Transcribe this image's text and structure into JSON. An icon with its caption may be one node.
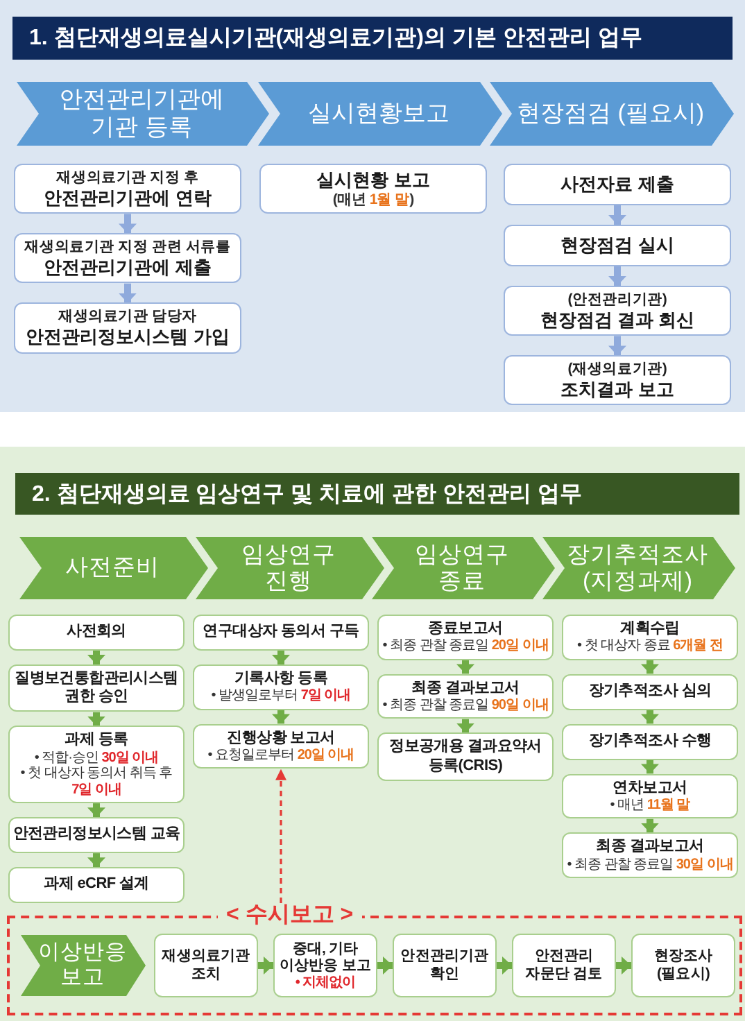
{
  "diagram": {
    "nodes": [
      {
        "text": [
          "1. 첨단재생의료실시기관(재생의료기관)의 기본 안전관리 업무"
        ]
      },
      {
        "text": [
          "안전관리기관에 기관 등록"
        ]
      },
      {
        "text": [
          "실시현황보고"
        ]
      },
      {
        "text": [
          "현장점검 (필요시)"
        ]
      },
      {
        "text": [
          "재생의료기관 지정 후",
          "안전관리기관에 연락"
        ]
      },
      {
        "text": [
          "재생의료기관 지정 관련 서류를",
          "안전관리기관에 제출"
        ]
      },
      {
        "text": [
          "재생의료기관 담당자",
          "안전관리정보시스템 가입"
        ]
      },
      {
        "text": [
          "실시현황 보고",
          "(매년 **1월 말**)"
        ]
      },
      {
        "text": [
          "사전자료 제출"
        ]
      },
      {
        "text": [
          "현장점검 실시"
        ]
      },
      {
        "text": [
          "(안전관리기관)",
          "현장점검 결과 회신"
        ]
      },
      {
        "text": [
          "(재생의료기관)",
          "조치결과 보고"
        ]
      },
      {
        "text": [
          "2. 첨단재생의료 임상연구 및 치료에 관한 안전관리 업무"
        ]
      },
      {
        "text": [
          "사전준비"
        ]
      },
      {
        "text": [
          "임상연구 진행"
        ]
      },
      {
        "text": [
          "임상연구 종료"
        ]
      },
      {
        "text": [
          "장기추적조사 (지정과제)"
        ]
      },
      {
        "text": [
          "사전회의"
        ]
      },
      {
        "text": [
          "질병보건통합관리시스템 권한 승인"
        ]
      },
      {
        "text": [
          "과제 등록",
          "• 적합·승인 **30일 이내**",
          "• 첫 대상자 동의서 취득 후 **7일 이내**"
        ]
      },
      {
        "text": [
          "안전관리정보시스템 교육"
        ]
      },
      {
        "text": [
          "과제 eCRF 설계"
        ]
      },
      {
        "text": [
          "연구대상자 동의서 구득"
        ]
      },
      {
        "text": [
          "기록사항 등록",
          "• 발생일로부터 **7일 이내**"
        ]
      },
      {
        "text": [
          "진행상황 보고서",
          "• 요청일로부터 **20일 이내**"
        ]
      },
      {
        "text": [
          "종료보고서",
          "• 최종 관찰 종료일 **20일 이내**"
        ]
      },
      {
        "text": [
          "최종 결과보고서",
          "• 최종 관찰 종료일 **90일 이내**"
        ]
      },
      {
        "text": [
          "정보공개용 결과요약서 등록(CRIS)"
        ]
      },
      {
        "text": [
          "계획수립",
          "• 첫 대상자 종료 **6개월 전**"
        ]
      },
      {
        "text": [
          "장기추적조사 심의"
        ]
      },
      {
        "text": [
          "장기추적조사 수행"
        ]
      },
      {
        "text": [
          "연차보고서",
          "• 매년 **11월 말**"
        ]
      },
      {
        "text": [
          "최종 결과보고서",
          "• 최종 관찰 종료일 **30일 이내**"
        ]
      },
      {
        "text": [
          "< 수시보고 >"
        ]
      },
      {
        "text": [
          "이상반응 보고"
        ],
        "in": 33
      },
      {
        "text": [
          "재생의료기관 조치"
        ],
        "in": 33
      },
      {
        "text": [
          "중대, 기타 이상반응 보고",
          "• 지체없이"
        ],
        "in": 33
      },
      {
        "text": [
          "안전관리기관 확인"
        ],
        "in": 33
      },
      {
        "text": [
          "안전관리 자문단 검토"
        ],
        "in": 33
      },
      {
        "text": [
          "현장조사 (필요시)"
        ],
        "in": 33
      }
    ],
    "edges": [
      {
        "from": 4,
        "to": 5,
        "arrow": "to",
        "color": "#8faadc"
      },
      {
        "from": 5,
        "to": 6,
        "arrow": "to",
        "color": "#8faadc"
      },
      {
        "from": 8,
        "to": 9,
        "arrow": "to",
        "color": "#8faadc"
      },
      {
        "from": 9,
        "to": 10,
        "arrow": "to",
        "color": "#8faadc"
      },
      {
        "from": 10,
        "to": 11,
        "arrow": "to",
        "color": "#8faadc"
      },
      {
        "from": 17,
        "to": 18,
        "arrow": "to"
      },
      {
        "from": 18,
        "to": 19,
        "arrow": "to"
      },
      {
        "from": 19,
        "to": 20,
        "arrow": "to"
      },
      {
        "from": 20,
        "to": 21,
        "arrow": "to"
      },
      {
        "from": 22,
        "to": 23,
        "arrow": "to"
      },
      {
        "from": 23,
        "to": 24,
        "arrow": "to"
      },
      {
        "from": 25,
        "to": 26,
        "arrow": "to"
      },
      {
        "from": 26,
        "to": 27,
        "arrow": "to"
      },
      {
        "from": 28,
        "to": 29,
        "arrow": "to"
      },
      {
        "from": 29,
        "to": 30,
        "arrow": "to"
      },
      {
        "from": 30,
        "to": 31,
        "arrow": "to"
      },
      {
        "from": 31,
        "to": 32,
        "arrow": "to"
      },
      {
        "from": 35,
        "to": 36,
        "arrow": "to"
      },
      {
        "from": 36,
        "to": 37,
        "arrow": "to"
      },
      {
        "from": 37,
        "to": 38,
        "arrow": "to"
      },
      {
        "from": 38,
        "to": 39,
        "arrow": "to"
      },
      {
        "from": 33,
        "to": 24,
        "arrow": "to",
        "style": "dashed",
        "color": "#e53935"
      }
    ]
  }
}
